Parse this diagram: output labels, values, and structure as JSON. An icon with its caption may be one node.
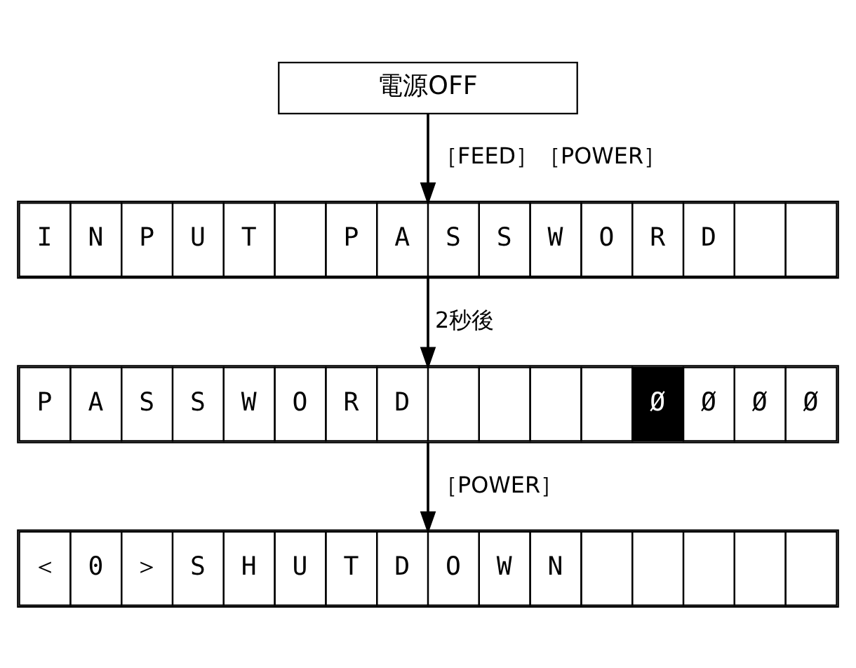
{
  "diagram": {
    "nodes": [
      {
        "text": [
          "電源OFF"
        ]
      },
      {
        "text": [
          "I N P U T  P A S S W O R D"
        ]
      },
      {
        "text": [
          "P A S S W O R D",
          "Ø Ø Ø Ø"
        ]
      },
      {
        "text": [
          "＜ 0 ＞ S H U T D O W N"
        ]
      }
    ],
    "edges": [
      {
        "from": 0,
        "to": 1,
        "arrow": "to",
        "label": "［FEED］［POWER］"
      },
      {
        "from": 1,
        "to": 2,
        "arrow": "to",
        "label": "2秒後"
      },
      {
        "from": 2,
        "to": 3,
        "arrow": "to",
        "label": "［POWER］"
      }
    ]
  }
}
